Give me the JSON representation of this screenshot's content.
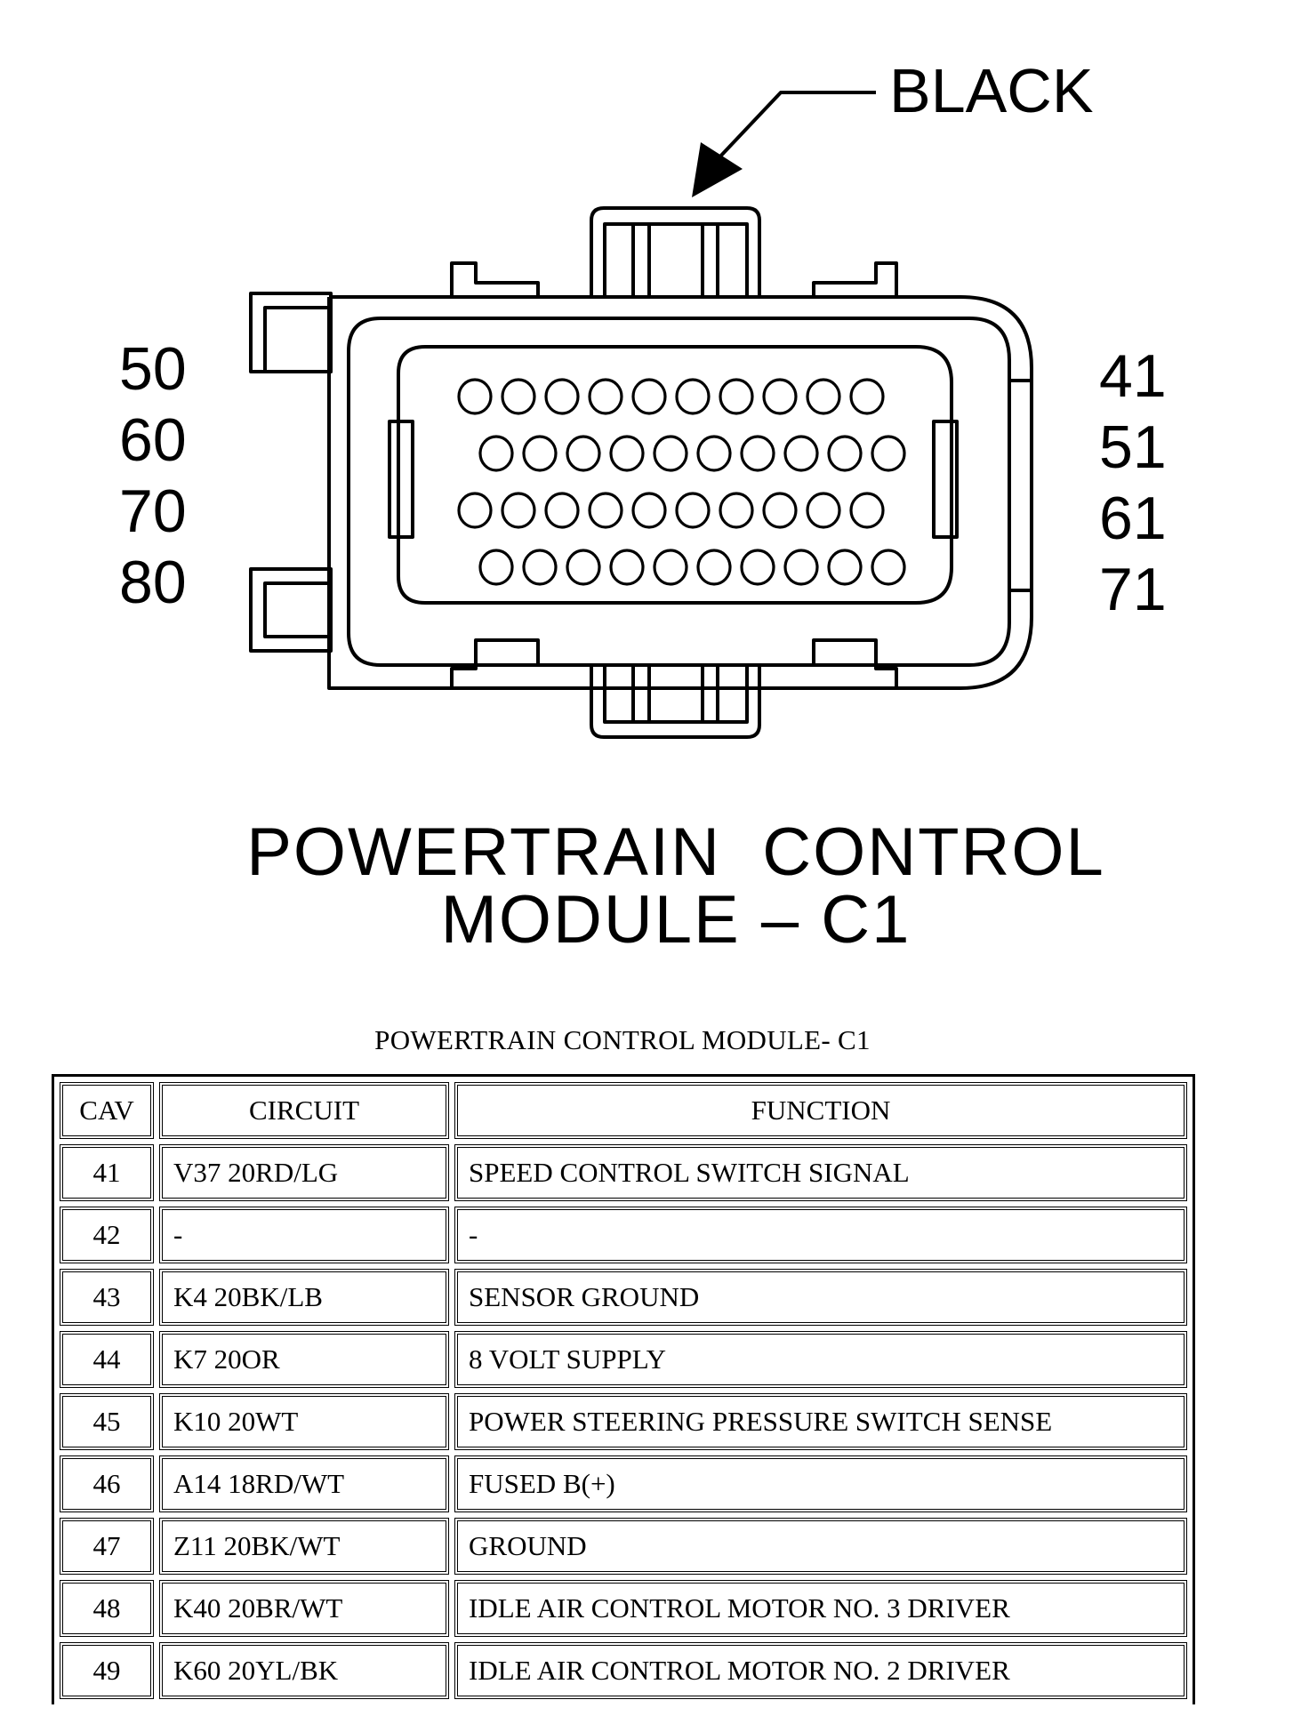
{
  "diagram": {
    "color_label": "BLACK",
    "left_labels": [
      "50",
      "60",
      "70",
      "80"
    ],
    "right_labels": [
      "41",
      "51",
      "61",
      "71"
    ],
    "title_line1": "POWERTRAIN  CONTROL",
    "title_line2": "MODULE – C1",
    "pin_rows": [
      {
        "count": 10
      },
      {
        "count": 10
      },
      {
        "count": 10
      },
      {
        "count": 10
      }
    ]
  },
  "table": {
    "caption": "POWERTRAIN CONTROL MODULE- C1",
    "headers": [
      "CAV",
      "CIRCUIT",
      "FUNCTION"
    ],
    "rows": [
      {
        "cav": "41",
        "circuit": "V37 20RD/LG",
        "function": "SPEED CONTROL SWITCH SIGNAL"
      },
      {
        "cav": "42",
        "circuit": "-",
        "function": "-"
      },
      {
        "cav": "43",
        "circuit": "K4 20BK/LB",
        "function": "SENSOR GROUND"
      },
      {
        "cav": "44",
        "circuit": "K7 20OR",
        "function": "8 VOLT SUPPLY"
      },
      {
        "cav": "45",
        "circuit": "K10 20WT",
        "function": "POWER STEERING PRESSURE SWITCH SENSE"
      },
      {
        "cav": "46",
        "circuit": "A14 18RD/WT",
        "function": "FUSED B(+)"
      },
      {
        "cav": "47",
        "circuit": "Z11 20BK/WT",
        "function": "GROUND"
      },
      {
        "cav": "48",
        "circuit": "K40 20BR/WT",
        "function": "IDLE AIR CONTROL MOTOR NO. 3 DRIVER"
      },
      {
        "cav": "49",
        "circuit": "K60 20YL/BK",
        "function": "IDLE AIR CONTROL MOTOR NO. 2 DRIVER"
      }
    ]
  }
}
